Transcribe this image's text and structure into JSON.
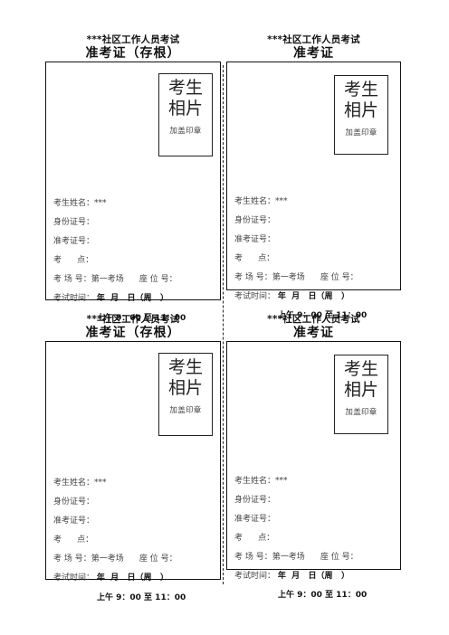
{
  "cards": [
    {
      "header_line1": "***社区工作人员考试",
      "header_line2": "准考证（存根）",
      "photo_line1": "考生",
      "photo_line2": "相片",
      "photo_stamp": "加盖印章",
      "name_row": "考生姓名：***",
      "id_row": "身份证号：",
      "ticket_row": "准考证号：",
      "site_row": "考      点：",
      "room_row": "考 场 号：第一考场      座 位 号：",
      "time_label": "考试时间：",
      "time_date": "年  月   日（周   ）",
      "time_range": "上午 9：00 至 11：00"
    },
    {
      "header_line1": "***社区工作人员考试",
      "header_line2": "准考证",
      "photo_line1": "考生",
      "photo_line2": "相片",
      "photo_stamp": "加盖印章",
      "name_row": "考生姓名：***",
      "id_row": "身份证号：",
      "ticket_row": "准考证号：",
      "site_row": "考      点：",
      "room_row": "考 场 号：第一考场      座 位 号：",
      "time_label": "考试时间：",
      "time_date": "年  月   日（周   ）",
      "time_range": "上午 9：00 至 11：00"
    },
    {
      "header_line1": "***社区工作人员考试",
      "header_line2": "准考证（存根）",
      "photo_line1": "考生",
      "photo_line2": "相片",
      "photo_stamp": "加盖印章",
      "name_row": "考生姓名：***",
      "id_row": "身份证号：",
      "ticket_row": "准考证号：",
      "site_row": "考      点：",
      "room_row": "考 场 号：第一考场      座 位 号：",
      "time_label": "考试时间：",
      "time_date": "年  月   日（周   ）",
      "time_range": "上午 9：00 至 11：00"
    },
    {
      "header_line1": "***社区工作人员考试",
      "header_line2": "准考证",
      "photo_line1": "考生",
      "photo_line2": "相片",
      "photo_stamp": "加盖印章",
      "name_row": "考生姓名：***",
      "id_row": "身份证号：",
      "ticket_row": "准考证号：",
      "site_row": "考      点：",
      "room_row": "考 场 号：第一考场      座 位 号：",
      "time_label": "考试时间：",
      "time_date": "年  月   日（周   ）",
      "time_range": "上午 9：00 至 11：00"
    }
  ]
}
